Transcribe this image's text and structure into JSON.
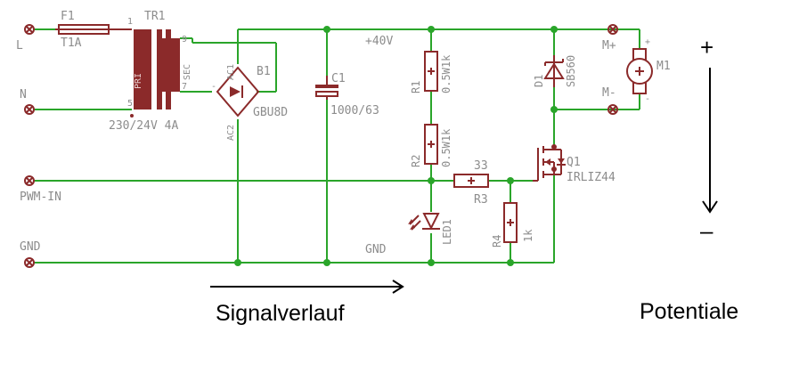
{
  "inputs": {
    "live": "L",
    "neutral": "N",
    "pwm": "PWM-IN",
    "gnd": "GND"
  },
  "fuse": {
    "name": "F1",
    "value": "T1A"
  },
  "transformer": {
    "name": "TR1",
    "value": "230/24V 4A",
    "primary": "PRI",
    "secondary": "SEC",
    "pin1": "1",
    "pin5": "5",
    "pin9": "9",
    "pin7": "7"
  },
  "rectifier": {
    "name": "B1",
    "value": "GBU8D",
    "ac1": "AC1",
    "ac2": "AC2",
    "minus": "-"
  },
  "capacitor": {
    "name": "C1",
    "value": "1000/63"
  },
  "rail": {
    "label": "+40V",
    "gnd": "GND"
  },
  "resistors": [
    {
      "name": "R1",
      "value": "0.5W1k"
    },
    {
      "name": "R2",
      "value": "0.5W1k"
    },
    {
      "name": "R3",
      "value": "33"
    },
    {
      "name": "R4",
      "value": "1k"
    }
  ],
  "led": {
    "name": "LED1"
  },
  "diode": {
    "name": "D1",
    "value": "SB560"
  },
  "mosfet": {
    "name": "Q1",
    "value": "IRLIZ44"
  },
  "motor": {
    "name": "M1",
    "plus": "M+",
    "minus": "M-"
  },
  "annotations": {
    "signal": "Signalverlauf",
    "potential": "Potentiale",
    "plus": "+",
    "minus": "–"
  }
}
